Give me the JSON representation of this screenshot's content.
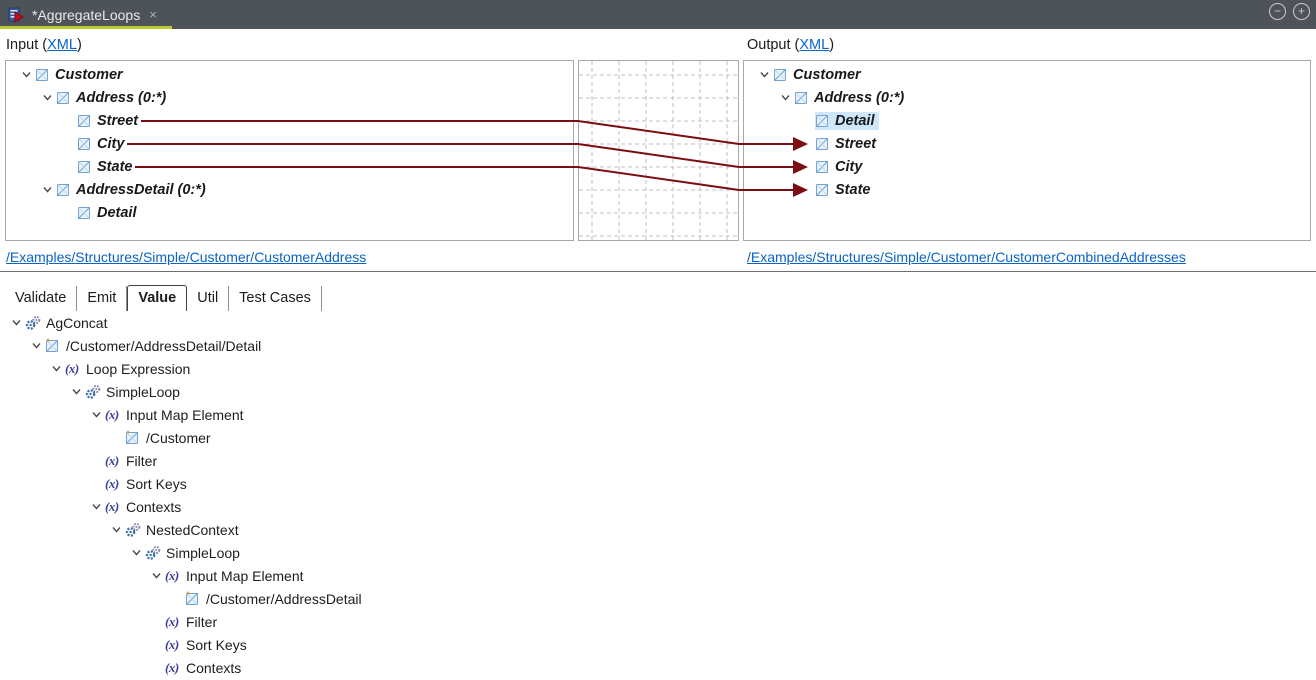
{
  "titlebar": {
    "tab": {
      "title": "*AggregateLoops",
      "close_glyph": "×"
    },
    "window_controls": [
      {
        "name": "collapse",
        "glyph": "−"
      },
      {
        "name": "expand",
        "glyph": "+"
      }
    ]
  },
  "headers": {
    "input_prefix": "Input (",
    "output_prefix": "Output (",
    "xml_link": "XML",
    "suffix": ")"
  },
  "input_tree": [
    {
      "label": "Customer",
      "level": 0,
      "chevron": true
    },
    {
      "label": "Address (0:*)",
      "level": 1,
      "chevron": true
    },
    {
      "label": "Street",
      "level": 2,
      "chevron": false
    },
    {
      "label": "City",
      "level": 2,
      "chevron": false
    },
    {
      "label": "State",
      "level": 2,
      "chevron": false
    },
    {
      "label": "AddressDetail (0:*)",
      "level": 1,
      "chevron": true
    },
    {
      "label": "Detail",
      "level": 2,
      "chevron": false
    }
  ],
  "output_tree": [
    {
      "label": "Customer",
      "level": 0,
      "chevron": true
    },
    {
      "label": "Address (0:*)",
      "level": 1,
      "chevron": true
    },
    {
      "label": "Detail",
      "level": 2,
      "chevron": false,
      "selected": true
    },
    {
      "label": "Street",
      "level": 2,
      "chevron": false
    },
    {
      "label": "City",
      "level": 2,
      "chevron": false
    },
    {
      "label": "State",
      "level": 2,
      "chevron": false
    }
  ],
  "mappings": [
    {
      "from": "Street",
      "to": "Street",
      "from_index": 2,
      "to_index": 3
    },
    {
      "from": "City",
      "to": "City",
      "from_index": 3,
      "to_index": 4
    },
    {
      "from": "State",
      "to": "State",
      "from_index": 4,
      "to_index": 5
    }
  ],
  "links": {
    "input": "/Examples/Structures/Simple/Customer/CustomerAddress",
    "output": "/Examples/Structures/Simple/Customer/CustomerCombinedAddresses"
  },
  "tabs": [
    {
      "label": "Validate",
      "active": false
    },
    {
      "label": "Emit",
      "active": false
    },
    {
      "label": "Value",
      "active": true
    },
    {
      "label": "Util",
      "active": false
    },
    {
      "label": "Test Cases",
      "active": false
    }
  ],
  "value_tree": [
    {
      "label": "AgConcat",
      "level": 0,
      "icon": "gears",
      "chevron": true
    },
    {
      "label": "/Customer/AddressDetail/Detail",
      "level": 1,
      "icon": "element",
      "chevron": true
    },
    {
      "label": "Loop Expression",
      "level": 2,
      "icon": "expr",
      "chevron": true
    },
    {
      "label": "SimpleLoop",
      "level": 3,
      "icon": "gears",
      "chevron": true
    },
    {
      "label": "Input Map Element",
      "level": 4,
      "icon": "expr",
      "chevron": true
    },
    {
      "label": "/Customer",
      "level": 5,
      "icon": "element",
      "chevron": false
    },
    {
      "label": "Filter",
      "level": 4,
      "icon": "expr",
      "chevron": false
    },
    {
      "label": "Sort Keys",
      "level": 4,
      "icon": "expr",
      "chevron": false
    },
    {
      "label": "Contexts",
      "level": 4,
      "icon": "expr",
      "chevron": true
    },
    {
      "label": "NestedContext",
      "level": 5,
      "icon": "gears",
      "chevron": true
    },
    {
      "label": "SimpleLoop",
      "level": 6,
      "icon": "gears",
      "chevron": true
    },
    {
      "label": "Input Map Element",
      "level": 7,
      "icon": "expr",
      "chevron": true
    },
    {
      "label": "/Customer/AddressDetail",
      "level": 8,
      "icon": "element",
      "chevron": false
    },
    {
      "label": "Filter",
      "level": 7,
      "icon": "expr",
      "chevron": false
    },
    {
      "label": "Sort Keys",
      "level": 7,
      "icon": "expr",
      "chevron": false
    },
    {
      "label": "Contexts",
      "level": 7,
      "icon": "expr",
      "chevron": false
    }
  ],
  "expr_icon_glyph": "(x)",
  "colors": {
    "titlebar_bg": "#4d5358",
    "active_tab_underline": "#b9cb2f",
    "mapping_line": "#7b0d12",
    "link_blue": "#0b63c4",
    "selection_bg": "#cfe7fa"
  }
}
